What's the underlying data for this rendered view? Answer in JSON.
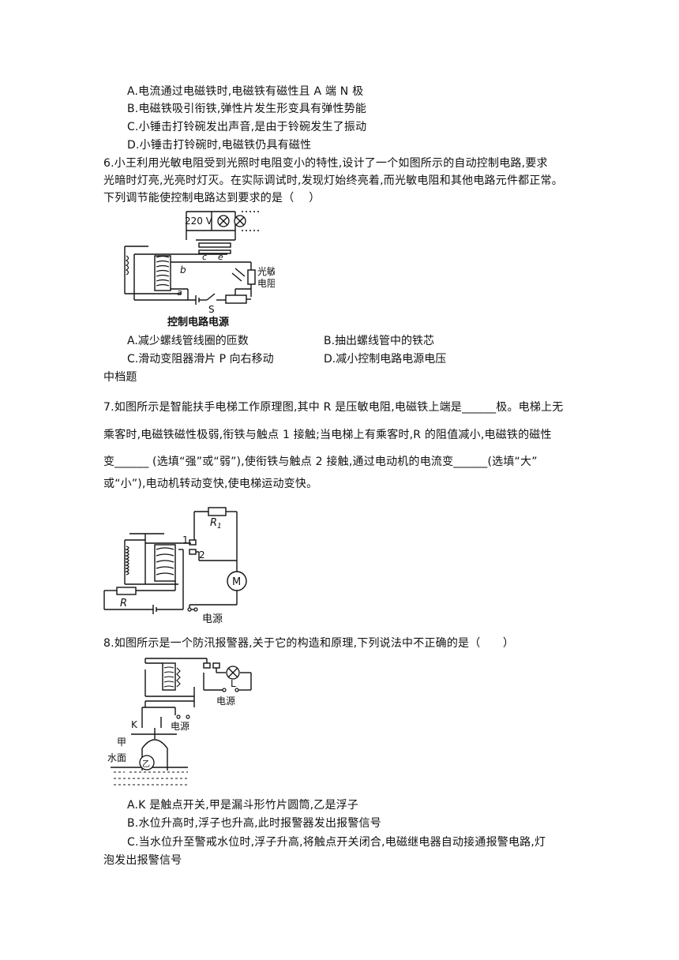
{
  "q5": {
    "options": [
      "A.电流通过电磁铁时,电磁铁有磁性且 A 端 N 极",
      "B.电磁铁吸引衔铁,弹性片发生形变具有弹性势能",
      "C.小锤击打铃碗发出声音,是由于铃碗发生了振动",
      "D.小锤击打铃碗时,电磁铁仍具有磁性"
    ]
  },
  "q6": {
    "stem_lines": [
      "6.小王利用光敏电阻受到光照时电阻变小的特性,设计了一个如图所示的自动控制电路,要求",
      "光暗时灯亮,光亮时灯灭。在实际调试时,发现灯始终亮着,而光敏电阻和其他电路元件都正常。",
      "下列调节能使控制电路达到要求的是（　 ）"
    ],
    "figure": {
      "voltage": "220 V",
      "contact_c": "c",
      "contact_e": "e",
      "point_b": "b",
      "point_a": "a",
      "switch": "S",
      "photo_label_1": "光敏",
      "photo_label_2": "电阻",
      "caption": "控制电路电源"
    },
    "options": [
      "A.减少螺线管线圈的匝数",
      "B.抽出螺线管中的铁芯",
      "C.滑动变阻器滑片 P 向右移动",
      "D.减小控制电路电源电压"
    ],
    "level": "中档题"
  },
  "q7": {
    "stem_lines": [
      "7.如图所示是智能扶手电梯工作原理图,其中 R 是压敏电阻,电磁铁上端是______极。电梯上无",
      "乘客时,电磁铁磁性极弱,衔铁与触点 1 接触;当电梯上有乘客时,R 的阻值减小,电磁铁的磁性",
      "变______ (选填“强”或“弱”),使衔铁与触点 2 接触,通过电动机的电流变______(选填“大”",
      "或“小”),电动机转动变快,使电梯运动变快。"
    ],
    "figure": {
      "r1": "R",
      "r1_sub": "1",
      "contact_1": "1",
      "contact_2": "2",
      "motor": "M",
      "r": "R",
      "source": "电源"
    }
  },
  "q8": {
    "stem": "8.如图所示是一个防汛报警器,关于它的构造和原理,下列说法中不正确的是（　　）",
    "figure": {
      "lamp": "L",
      "source_top": "电源",
      "k": "K",
      "source_mid": "电源",
      "jia": "甲",
      "water": "水面",
      "yi": "乙"
    },
    "options": [
      "A.K 是触点开关,甲是漏斗形竹片圆筒,乙是浮子",
      "B.水位升高时,浮子也升高,此时报警器发出报警信号",
      "C.当水位升至警戒水位时,浮子升高,将触点开关闭合,电磁继电器自动接通报警电路,灯",
      "泡发出报警信号"
    ]
  }
}
